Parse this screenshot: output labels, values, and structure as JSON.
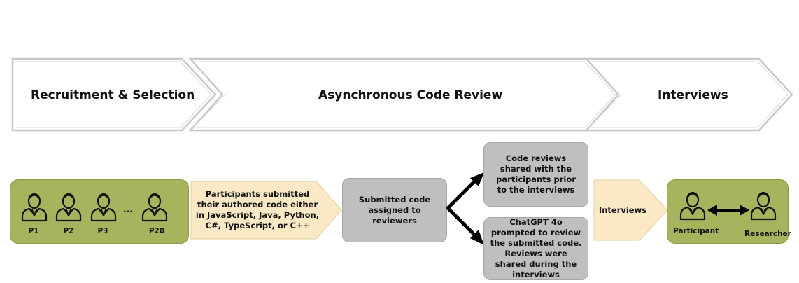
{
  "stages": [
    {
      "label": "Recruitment & Selection"
    },
    {
      "label": "Asynchronous Code Review"
    },
    {
      "label": "Interviews"
    }
  ],
  "participants": {
    "labels": [
      "P1",
      "P2",
      "P3",
      "P20"
    ],
    "ellipsis": "..."
  },
  "steps": {
    "submission": "Participants submitted their authored code either in JavaScript, Java, Python, C#, TypeScript, or C++",
    "assignment": "Submitted code assigned to reviewers",
    "shared_reviews": "Code reviews shared with the participants prior to the interviews",
    "chatgpt": "ChatGPT 4o prompted to review the submitted code. Reviews were shared during the interviews",
    "interviews": "Interviews"
  },
  "interview_roles": {
    "participant": "Participant",
    "researcher": "Researcher"
  },
  "icons": {
    "person": "person-icon",
    "arrow": "double-arrow-icon"
  },
  "colors": {
    "green_box": "#a8b35d",
    "grey_box": "#bfbfbf",
    "chevron_fill": "#fbe9c6",
    "stage_outline": "#c8c8c8"
  }
}
